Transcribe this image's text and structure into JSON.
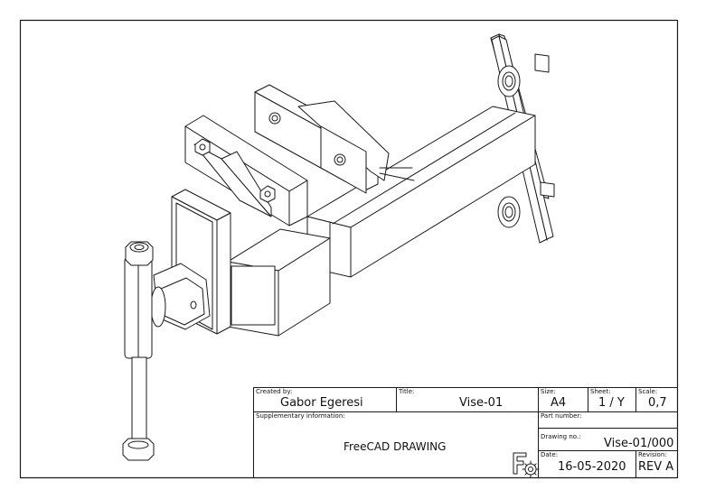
{
  "title_block": {
    "created_by_label": "Created by:",
    "created_by": "Gabor Egeresi",
    "title_label": "Title:",
    "title": "Vise-01",
    "size_label": "Size:",
    "size": "A4",
    "sheet_label": "Sheet:",
    "sheet": "1 / Y",
    "scale_label": "Scale:",
    "scale": "0,7",
    "supplementary_label": "Supplementary information:",
    "supplementary": "FreeCAD DRAWING",
    "part_number_label": "Part number:",
    "part_number": "",
    "drawing_no_label": "Drawing no.:",
    "drawing_no": "Vise-01/000",
    "date_label": "Date:",
    "date": "16-05-2020",
    "revision_label": "Revision:",
    "revision": "REV A"
  },
  "icons": {
    "freecad_logo": "freecad-logo-icon"
  },
  "colors": {
    "line": "#1a1a1a",
    "paper": "#ffffff"
  }
}
